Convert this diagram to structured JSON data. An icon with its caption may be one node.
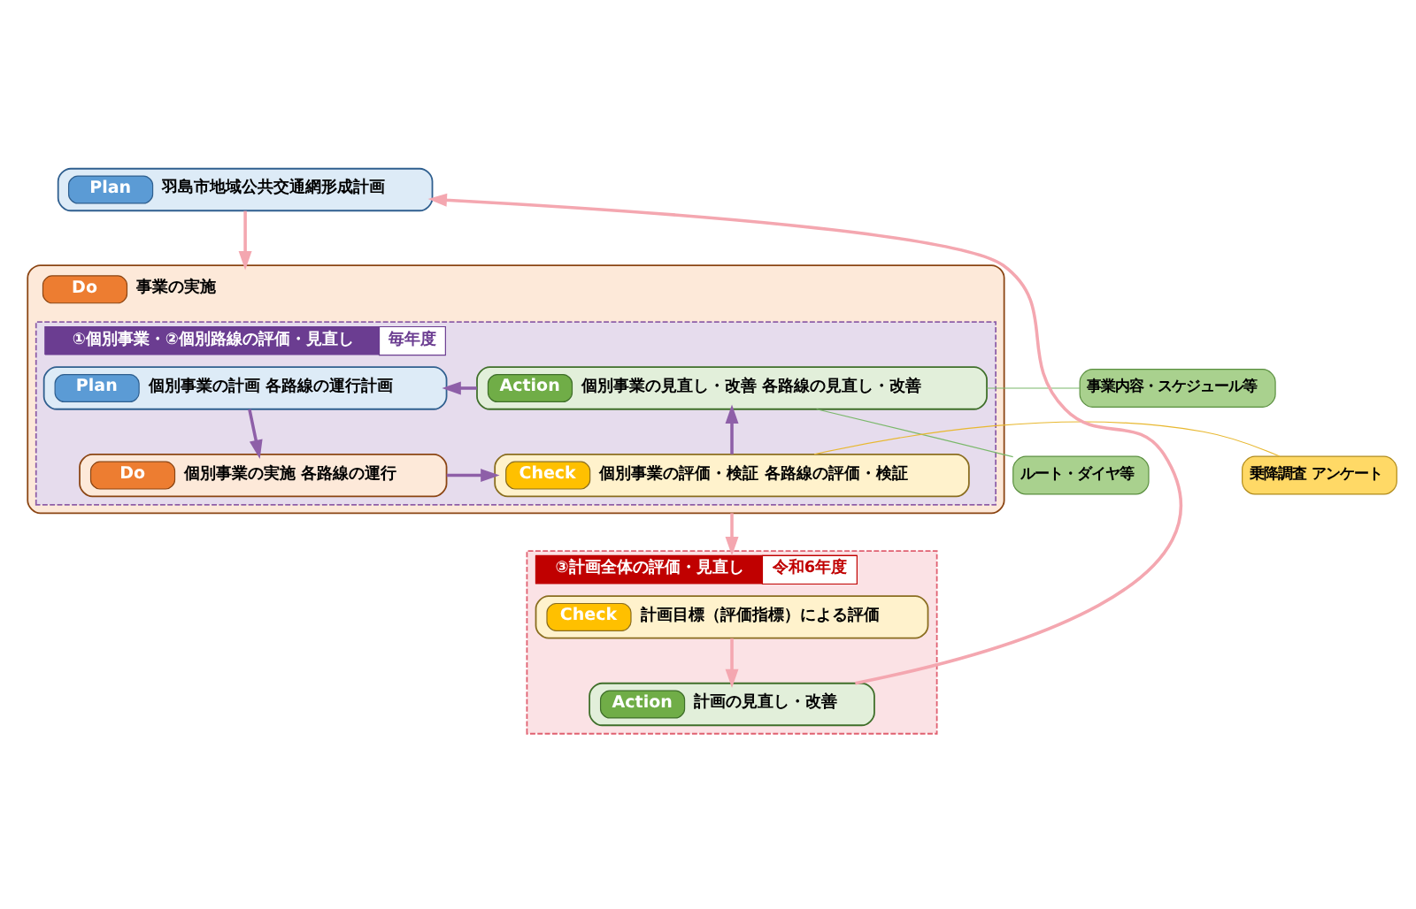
{
  "diagram": {
    "nodes": [
      {
        "text": [
          "Plan",
          "羽島市地域公共交通網形成計画"
        ]
      },
      {
        "text": [
          "Do",
          "事業の実施"
        ]
      },
      {
        "text": [
          "①個別事業・②個別路線の評価・見直し",
          "毎年度"
        ],
        "in": 1
      },
      {
        "text": [
          "Plan",
          "個別事業の計画 各路線の運行計画"
        ],
        "in": 2
      },
      {
        "text": [
          "Action",
          "個別事業の見直し・改善 各路線の見直し・改善"
        ],
        "in": 2
      },
      {
        "text": [
          "Do",
          "個別事業の実施 各路線の運行"
        ],
        "in": 2
      },
      {
        "text": [
          "Check",
          "個別事業の評価・検証 各路線の評価・検証"
        ],
        "in": 2
      },
      {
        "text": [
          "事業内容・スケジュール等"
        ]
      },
      {
        "text": [
          "ルート・ダイヤ等"
        ]
      },
      {
        "text": [
          "乗降調査 アンケート"
        ]
      },
      {
        "text": [
          "③計画全体の評価・見直し",
          "令和6年度"
        ]
      },
      {
        "text": [
          "Check",
          "計画目標（評価指標）による評価"
        ],
        "in": 10
      },
      {
        "text": [
          "Action",
          "計画の見直し・改善"
        ],
        "in": 10
      }
    ],
    "edges": [
      {
        "from": 0,
        "to": 1,
        "arrow": "to",
        "color": "#f4a7b0"
      },
      {
        "from": 3,
        "to": 5,
        "arrow": "to",
        "color": "#8e5fa8"
      },
      {
        "from": 5,
        "to": 6,
        "arrow": "to",
        "color": "#8e5fa8"
      },
      {
        "from": 6,
        "to": 4,
        "arrow": "to",
        "color": "#8e5fa8"
      },
      {
        "from": 4,
        "to": 3,
        "arrow": "to",
        "color": "#8e5fa8"
      },
      {
        "from": 1,
        "to": 10,
        "arrow": "to",
        "color": "#f4a7b0"
      },
      {
        "from": 11,
        "to": 12,
        "arrow": "to",
        "color": "#f4a7b0"
      },
      {
        "from": 12,
        "to": 0,
        "arrow": "to",
        "color": "#f4a7b0"
      },
      {
        "from": 7,
        "to": 4,
        "arrow": "none",
        "color": "#7ab86a"
      },
      {
        "from": 8,
        "to": 4,
        "arrow": "none",
        "color": "#7ab86a"
      },
      {
        "from": 9,
        "to": 6,
        "arrow": "none",
        "color": "#e8b830"
      }
    ]
  }
}
